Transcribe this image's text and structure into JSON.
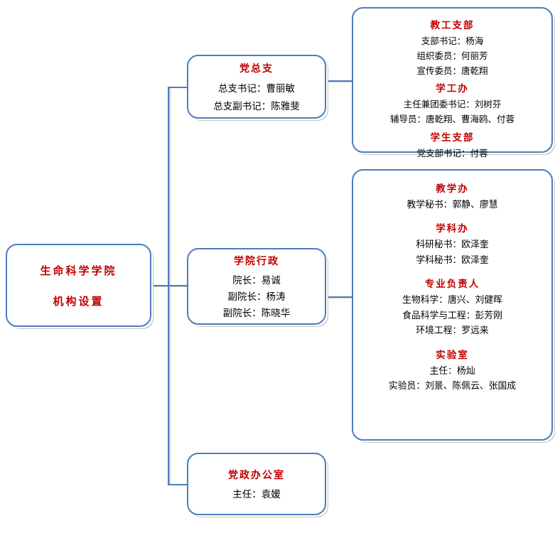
{
  "diagram": {
    "type": "organizational-chart",
    "colors": {
      "box_border": "#4a7ebb",
      "connector": "#4a7ebb",
      "shadow": "#c9c4bd",
      "title_text": "#c00000",
      "body_text": "#000000",
      "background": "#ffffff"
    }
  },
  "root": {
    "line1": "生命科学学院",
    "line2": "机构设置"
  },
  "party": {
    "title": "党总支",
    "lines": [
      "总支书记：曹丽敏",
      "总支副书记：陈雅斐"
    ]
  },
  "branches": {
    "sections": [
      {
        "title": "教工支部",
        "lines": [
          "支部书记：杨海",
          "组织委员：何丽芳",
          "宣传委员：唐乾翔"
        ]
      },
      {
        "title": "学工办",
        "lines": [
          "主任兼团委书记：刘树芬",
          "辅导员：唐乾翔、曹海鸥、付蓉"
        ]
      },
      {
        "title": "学生支部",
        "lines": [
          "党支部书记：付蓉"
        ]
      }
    ]
  },
  "admin": {
    "title": "学院行政",
    "lines": [
      "院长：易诚",
      "副院长：杨涛",
      "副院长：陈晓华"
    ]
  },
  "offices": {
    "sections": [
      {
        "title": "教学办",
        "lines": [
          "教学秘书：郭静、廖慧"
        ]
      },
      {
        "title": "学科办",
        "lines": [
          "科研秘书：欧泽奎",
          "学科秘书：欧泽奎"
        ]
      },
      {
        "title": "专业负责人",
        "lines": [
          "生物科学：唐兴、刘健晖",
          "食品科学与工程：彭芳刚",
          "环境工程：罗远来"
        ]
      },
      {
        "title": "实验室",
        "lines": [
          "主任：杨灿",
          "实验员：刘景、陈佩云、张国成"
        ]
      }
    ]
  },
  "office": {
    "title": "党政办公室",
    "lines": [
      "主任：袁媛"
    ]
  }
}
